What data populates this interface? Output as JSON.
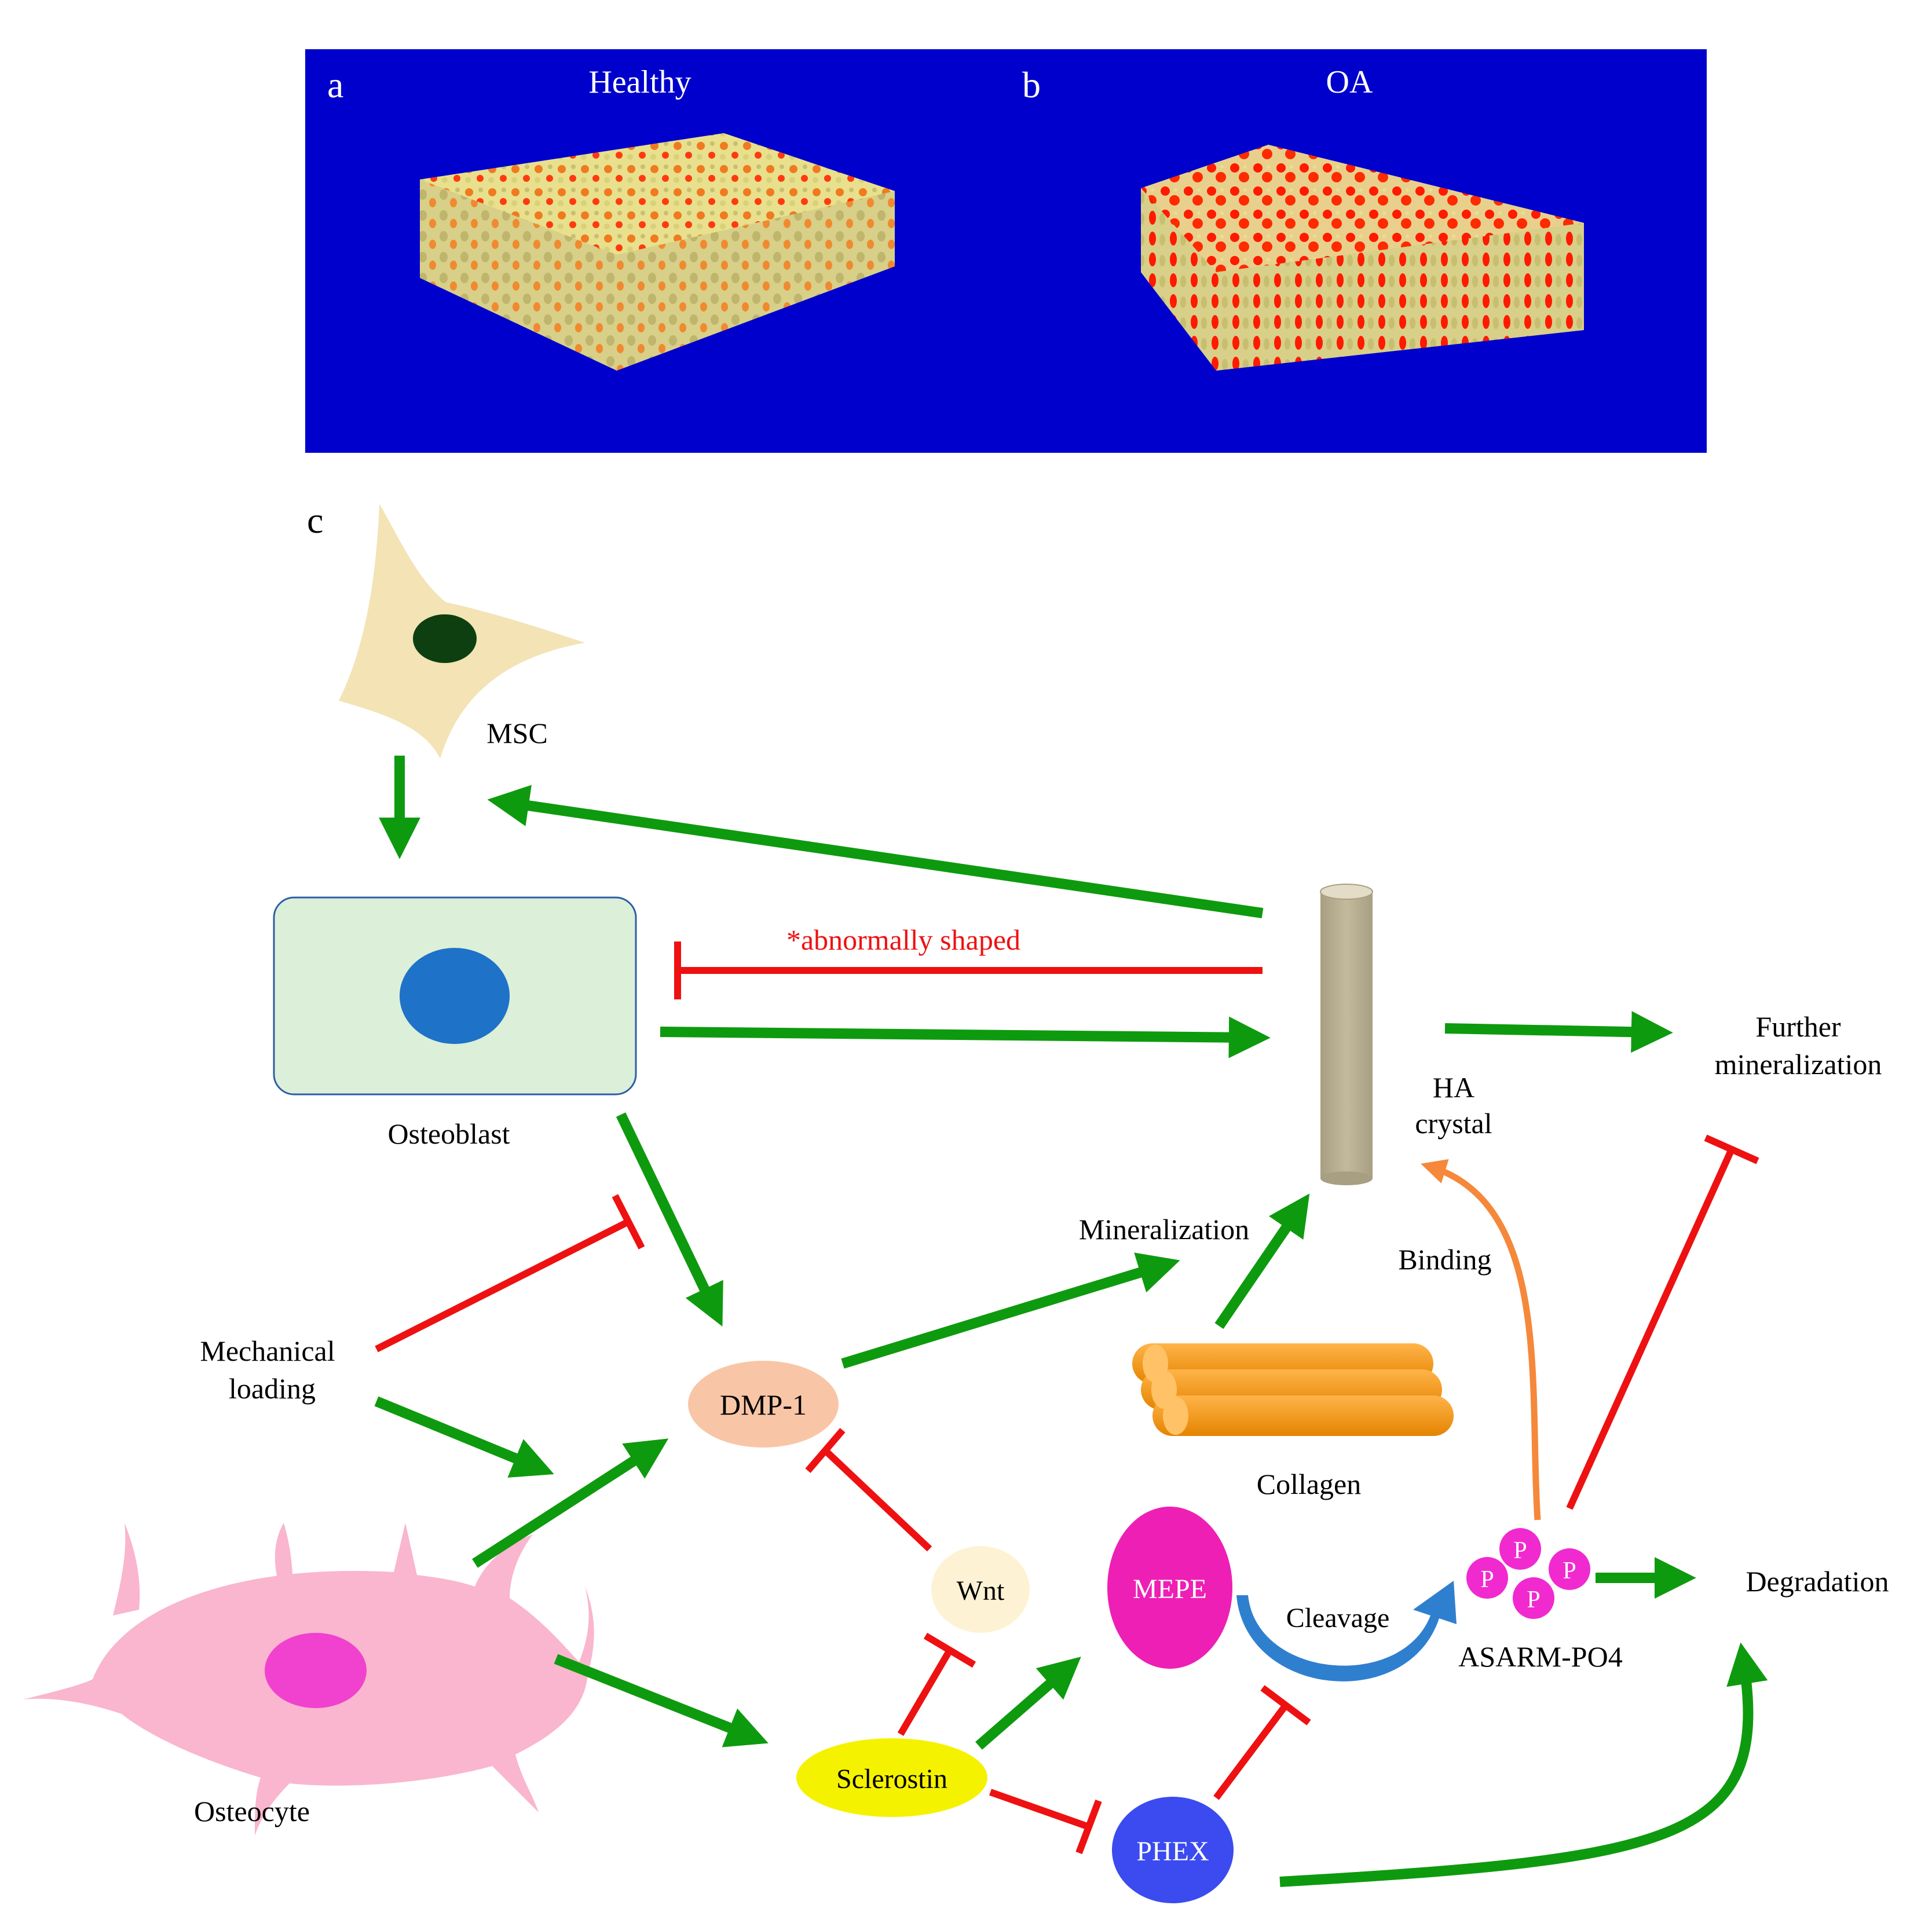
{
  "panel_top": {
    "background": "#0000CC",
    "label_a": "a",
    "title_a": "Healthy",
    "label_b": "b",
    "title_b": "OA"
  },
  "panel_c": {
    "label": "c",
    "msc": "MSC",
    "osteoblast": "Osteoblast",
    "osteocyte": "Osteocyte",
    "abnormal": "*abnormally shaped",
    "further_1": "Further",
    "further_2": "mineralization",
    "ha_1": "HA",
    "ha_2": "crystal",
    "mineralization": "Mineralization",
    "binding": "Binding",
    "mech_1": "Mechanical",
    "mech_2": "loading",
    "dmp1": "DMP-1",
    "collagen": "Collagen",
    "wnt": "Wnt",
    "mepe": "MEPE",
    "cleavage": "Cleavage",
    "asarm": "ASARM-PO4",
    "degradation": "Degradation",
    "sclerostin": "Sclerostin",
    "phex": "PHEX",
    "p": "P"
  },
  "colors": {
    "activation": "#0E9A0E",
    "inhibition": "#EE1111",
    "binding": "#F5883A"
  }
}
